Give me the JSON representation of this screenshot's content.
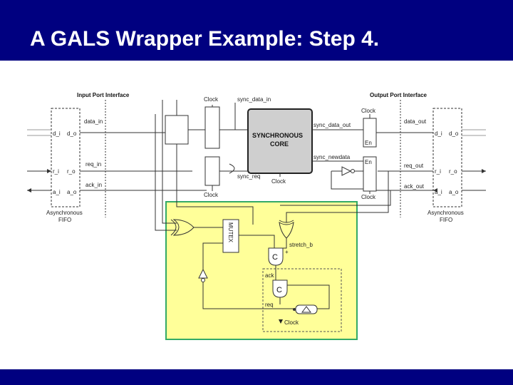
{
  "slide": {
    "title": "A GALS Wrapper Example: Step 4.",
    "theme_color": "#000080",
    "highlight_color": "#ffff99",
    "highlight_border": "#33aa66"
  },
  "diagram": {
    "input_port_header": "Input Port Interface",
    "output_port_header": "Output Port Interface",
    "clock_top": "Clock",
    "clock_bottom_left": "Clock",
    "clock_core": "Clock",
    "clock_out_top": "Clock",
    "clock_out_bottom": "Clock",
    "clock_ctrl": "Clock",
    "sync_data_in": "sync_data_in",
    "sync_data_out": "sync_data_out",
    "sync_newdata": "sync_newdata",
    "sync_req": "sync_req",
    "core_line1": "SYNCHRONOUS",
    "core_line2": "CORE",
    "data_in": "data_in",
    "req_in": "req_in",
    "ack_in": "ack_in",
    "data_out": "data_out",
    "req_out": "req_out",
    "ack_out": "ack_out",
    "fifo_left_line1": "Asynchronous",
    "fifo_left_line2": "FIFO",
    "fifo_right_line1": "Asynchronous",
    "fifo_right_line2": "FIFO",
    "fifo_pins": {
      "d_i": "d_i",
      "d_o": "d_o",
      "r_i": "r_i",
      "r_o": "r_o",
      "a_i": "a_i",
      "a_o": "a_o"
    },
    "en1": "En",
    "en2": "En",
    "mutex": "MUTEX",
    "stretch_b": "stretch_b",
    "c_gate1": "C",
    "c_gate2": "C",
    "ack": "ack",
    "req": "req",
    "plus": "+"
  }
}
